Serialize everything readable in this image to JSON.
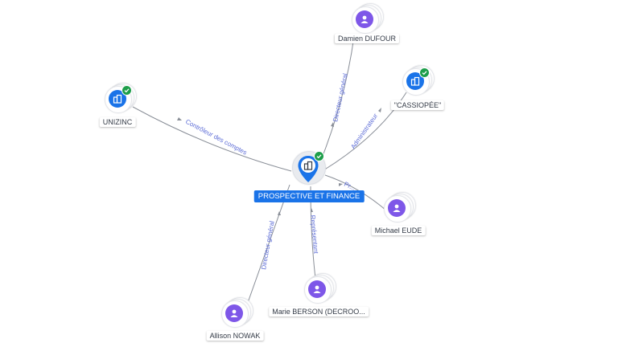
{
  "center": {
    "label": "PROSPECTIVE ET FINANCE",
    "icon": "building-icon",
    "verified": true
  },
  "nodes": [
    {
      "id": "damien",
      "label": "Damien DUFOUR",
      "kind": "person",
      "icon": "person-icon"
    },
    {
      "id": "cassiopee",
      "label": "\"CASSIOPÉE\"",
      "kind": "company",
      "icon": "building-icon",
      "verified": true
    },
    {
      "id": "unizinc",
      "label": "UNIZINC",
      "kind": "company",
      "icon": "building-icon",
      "verified": true
    },
    {
      "id": "michael",
      "label": "Michael EUDE",
      "kind": "person",
      "icon": "person-icon"
    },
    {
      "id": "marie",
      "label": "Marie BERSON (DECROO...",
      "kind": "person",
      "icon": "person-icon"
    },
    {
      "id": "allison",
      "label": "Allison NOWAK",
      "kind": "person",
      "icon": "person-icon"
    }
  ],
  "edges": [
    {
      "to": "damien",
      "label": "Directeur général"
    },
    {
      "to": "cassiopee",
      "label": "Administrateur"
    },
    {
      "to": "unizinc",
      "label": "Contrôleur des comptes"
    },
    {
      "to": "michael",
      "label": "Pr..."
    },
    {
      "to": "marie",
      "label": "Représentant"
    },
    {
      "to": "allison",
      "label": "Directeur général"
    }
  ],
  "colors": {
    "person": "#7e57e8",
    "company": "#1a73e8",
    "verified": "#1e9e4a",
    "edge_label": "#5b6bd6"
  }
}
